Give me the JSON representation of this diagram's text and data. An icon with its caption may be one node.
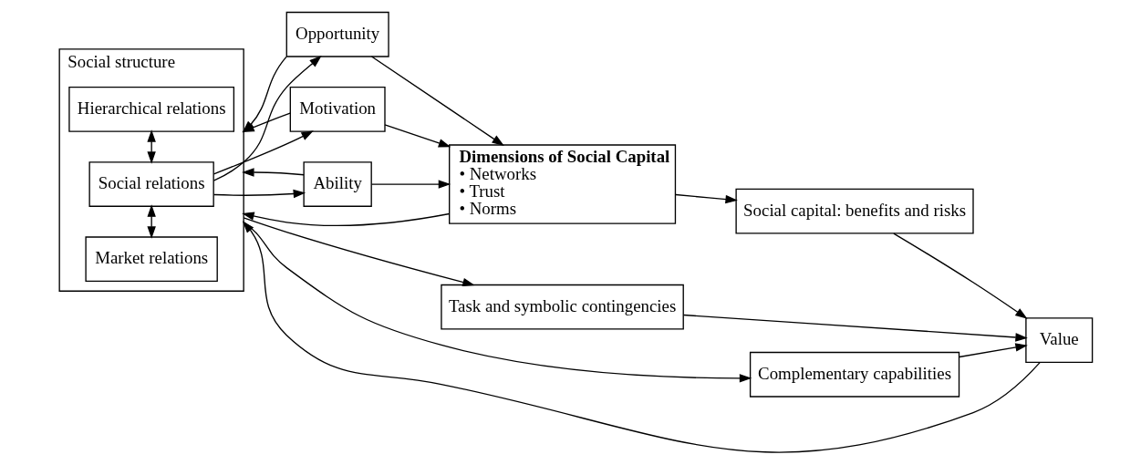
{
  "diagram": {
    "nodes": [
      {
        "text": [
          "Social structure"
        ]
      },
      {
        "text": [
          "Market relations"
        ],
        "in": 0
      },
      {
        "text": [
          "Social relations"
        ],
        "in": 0
      },
      {
        "text": [
          "Hierarchical relations"
        ],
        "in": 0
      },
      {
        "text": [
          "Opportunity"
        ]
      },
      {
        "text": [
          "Motivation"
        ]
      },
      {
        "text": [
          "Ability"
        ]
      },
      {
        "text": [
          "Dimensions of Social Capital",
          "• Networks",
          "• Trust",
          "• Norms"
        ]
      },
      {
        "text": [
          "Social capital: benefits and risks"
        ]
      },
      {
        "text": [
          "Task and symbolic contingencies"
        ]
      },
      {
        "text": [
          "Complementary capabilities"
        ]
      },
      {
        "text": [
          "Value"
        ]
      }
    ],
    "edges": [
      {
        "from": 1,
        "to": 2,
        "arrow": "both"
      },
      {
        "from": 2,
        "to": 3,
        "arrow": "both"
      },
      {
        "from": 2,
        "to": 4,
        "arrow": "to"
      },
      {
        "from": 2,
        "to": 5,
        "arrow": "to"
      },
      {
        "from": 2,
        "to": 6,
        "arrow": "to"
      },
      {
        "from": 4,
        "to": 7,
        "arrow": "to"
      },
      {
        "from": 5,
        "to": 7,
        "arrow": "to"
      },
      {
        "from": 6,
        "to": 7,
        "arrow": "to"
      },
      {
        "from": 4,
        "to": 0,
        "arrow": "to"
      },
      {
        "from": 5,
        "to": 0,
        "arrow": "to"
      },
      {
        "from": 6,
        "to": 0,
        "arrow": "to"
      },
      {
        "from": 7,
        "to": 0,
        "arrow": "to"
      },
      {
        "from": 0,
        "to": 9,
        "arrow": "to"
      },
      {
        "from": 0,
        "to": 10,
        "arrow": "to"
      },
      {
        "from": 7,
        "to": 8,
        "arrow": "to"
      },
      {
        "from": 8,
        "to": 11,
        "arrow": "to"
      },
      {
        "from": 9,
        "to": 11,
        "arrow": "to"
      },
      {
        "from": 10,
        "to": 11,
        "arrow": "to"
      },
      {
        "from": 11,
        "to": 0,
        "arrow": "to"
      }
    ]
  }
}
